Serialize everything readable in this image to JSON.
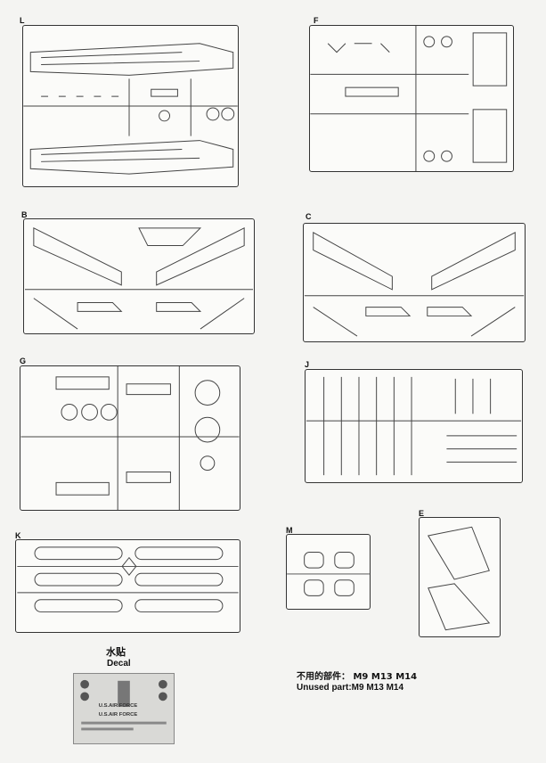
{
  "sprues": {
    "L": "L",
    "F": "F",
    "B": "B",
    "C": "C",
    "G": "G",
    "J": "J",
    "K": "K",
    "M": "M",
    "E": "E"
  },
  "decal": {
    "title_cn": "水贴",
    "title_en": "Decal",
    "text1": "U.S.AIR FORCE",
    "text2": "U.S.AIR FORCE"
  },
  "unused": {
    "cn": "不用的部件： M9 M13 M14",
    "en": "Unused part:M9 M13 M14"
  },
  "colors": {
    "line": "#333333",
    "paper": "#f4f4f2"
  }
}
